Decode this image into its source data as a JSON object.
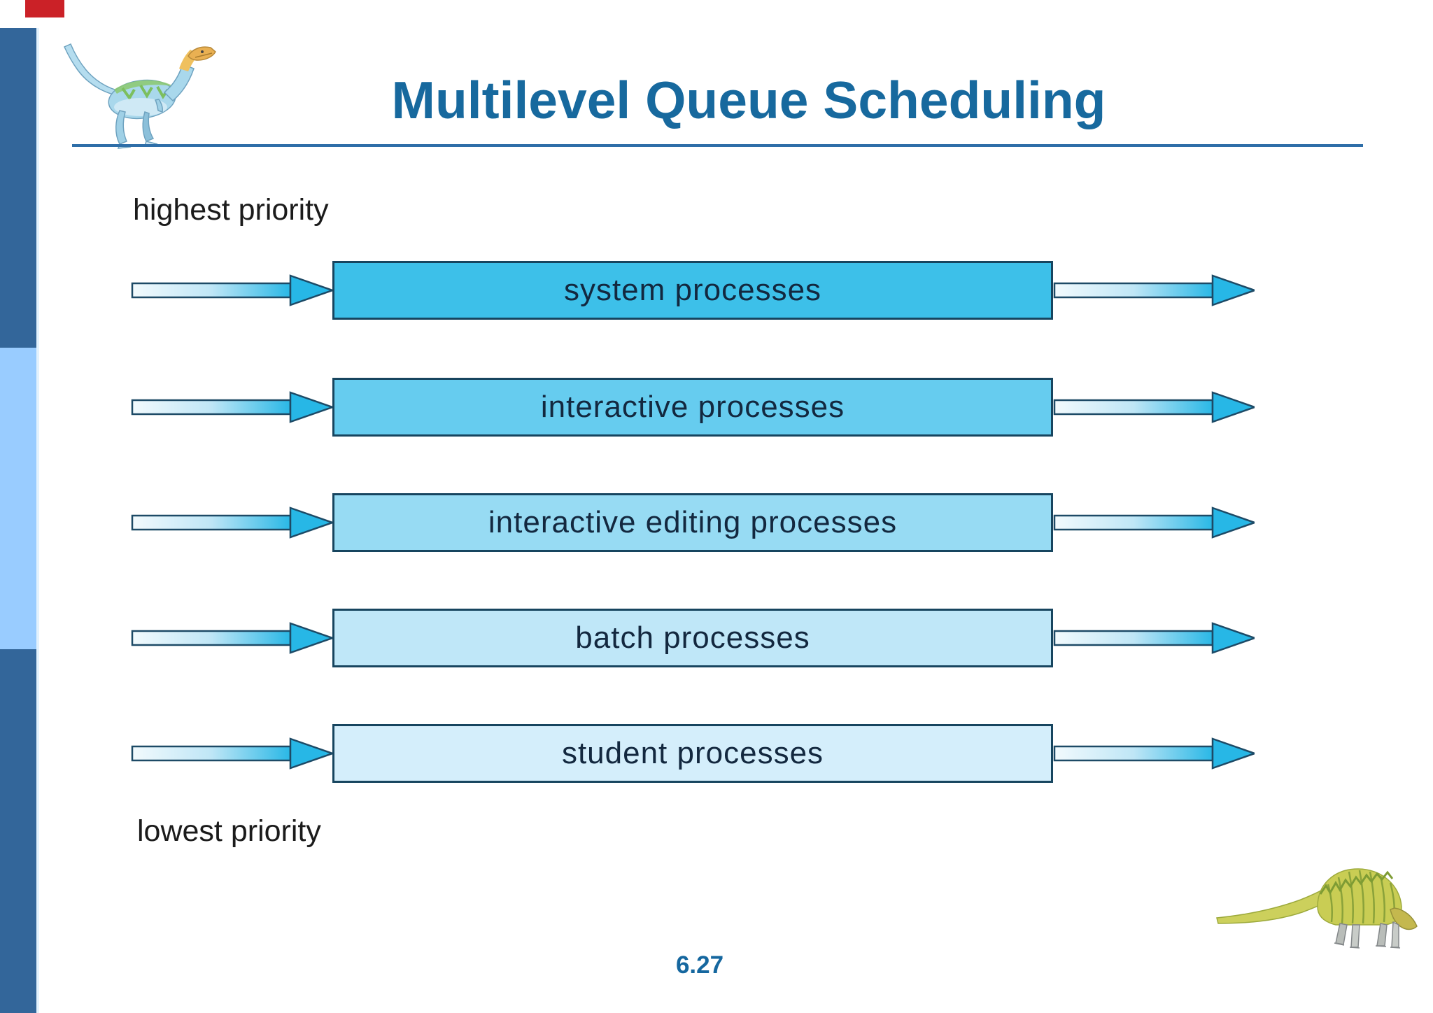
{
  "slide": {
    "title": "Multilevel Queue Scheduling",
    "page_number": "6.27",
    "priority_top_label": "highest priority",
    "priority_bottom_label": "lowest priority",
    "queues": [
      {
        "label": "system processes",
        "fill": "#3dc0e9"
      },
      {
        "label": "interactive processes",
        "fill": "#66ccef"
      },
      {
        "label": "interactive editing processes",
        "fill": "#97dbf3"
      },
      {
        "label": "batch processes",
        "fill": "#bfe7f8"
      },
      {
        "label": "student processes",
        "fill": "#d4eefb"
      }
    ],
    "icons": {
      "logo": "dinosaur-logo-icon",
      "footer": "dinosaur-footer-icon",
      "flow": "arrow-right-icon"
    },
    "colors": {
      "title": "#17699e",
      "rule": "#2e6ea8",
      "sidebar_dark": "#33669a",
      "sidebar_light": "#99ccff",
      "accent_red": "#cb2127",
      "arrow_head": "#27b7e6",
      "arrow_outline": "#1d4a66",
      "arrow_body_start": "#f2fafd",
      "arrow_body_end": "#2ab8e6",
      "box_border": "#17455f",
      "box_text": "#13283f",
      "page_number": "#15679f"
    }
  }
}
